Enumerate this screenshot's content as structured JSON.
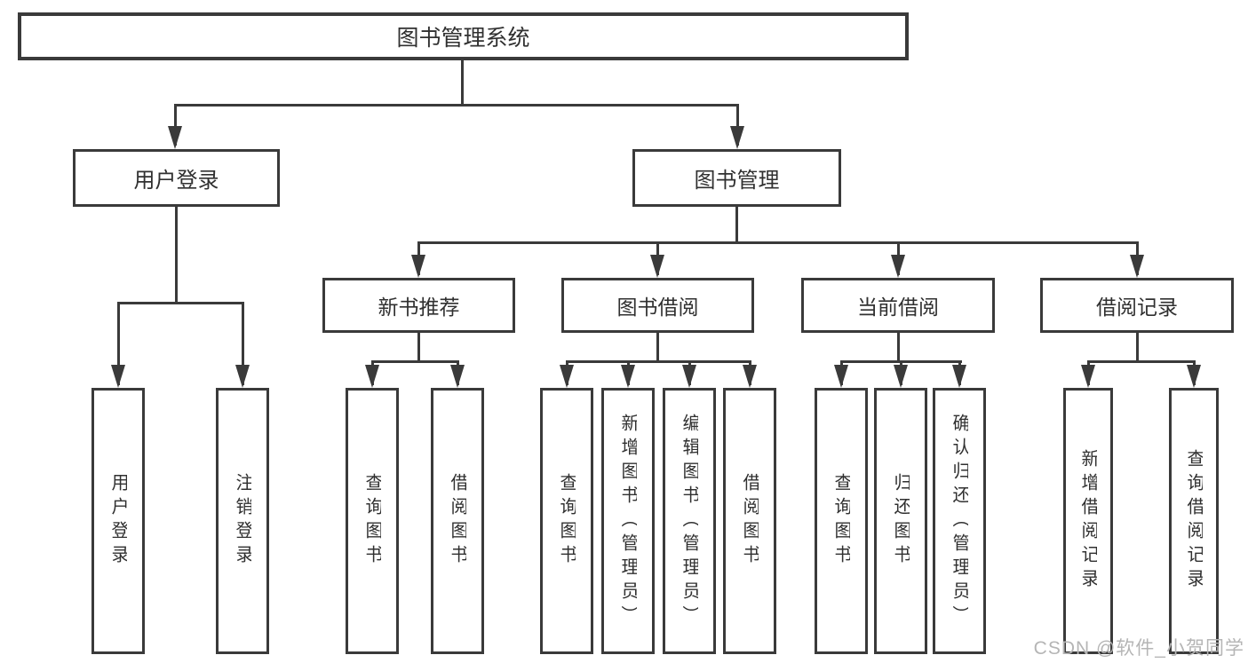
{
  "diagram": {
    "root": {
      "label": "图书管理系统"
    },
    "level2": [
      {
        "id": "user-login",
        "label": "用户登录"
      },
      {
        "id": "book-management",
        "label": "图书管理"
      }
    ],
    "level3": [
      {
        "id": "new-book-recommendation",
        "label": "新书推荐"
      },
      {
        "id": "book-borrowing",
        "label": "图书借阅"
      },
      {
        "id": "current-borrowing",
        "label": "当前借阅"
      },
      {
        "id": "borrowing-records",
        "label": "借阅记录"
      }
    ],
    "leaves": [
      {
        "parent": "user-login",
        "label": "用户登录"
      },
      {
        "parent": "user-login",
        "label": "注销登录"
      },
      {
        "parent": "new-book-recommendation",
        "label": "查询图书"
      },
      {
        "parent": "new-book-recommendation",
        "label": "借阅图书"
      },
      {
        "parent": "book-borrowing",
        "label": "查询图书"
      },
      {
        "parent": "book-borrowing",
        "label": "新增图书（管理员）"
      },
      {
        "parent": "book-borrowing",
        "label": "编辑图书（管理员）"
      },
      {
        "parent": "book-borrowing",
        "label": "借阅图书"
      },
      {
        "parent": "current-borrowing",
        "label": "查询图书"
      },
      {
        "parent": "current-borrowing",
        "label": "归还图书"
      },
      {
        "parent": "current-borrowing",
        "label": "确认归还（管理员）"
      },
      {
        "parent": "borrowing-records",
        "label": "新增借阅记录"
      },
      {
        "parent": "borrowing-records",
        "label": "查询借阅记录"
      }
    ],
    "watermark": "CSDN @软件_小贺同学",
    "colors": {
      "line": "#3a3a3a",
      "text": "#303030",
      "watermark": "#b5b5b5",
      "background": "#ffffff"
    }
  }
}
